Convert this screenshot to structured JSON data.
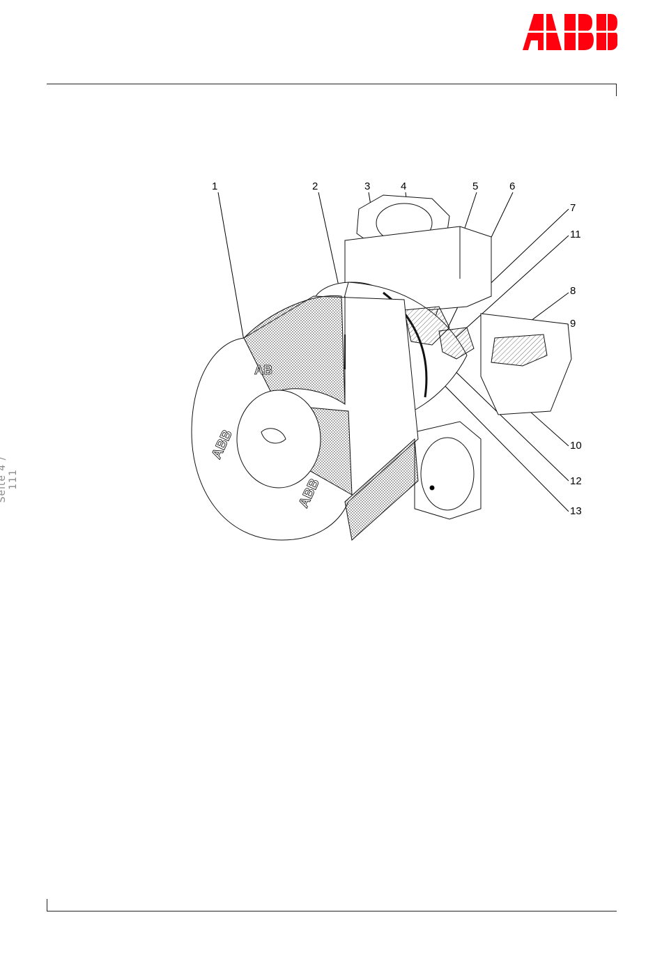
{
  "header": {
    "logo_text": "ABB",
    "brand_color": "#ff000f"
  },
  "figure": {
    "callouts": [
      "1",
      "2",
      "3",
      "4",
      "5",
      "6",
      "7",
      "11",
      "8",
      "9",
      "10",
      "12",
      "13"
    ],
    "embossed_text": [
      "ABB",
      "ABB",
      "AB"
    ]
  },
  "footer": {
    "page_label": "Seite 4 / 111"
  }
}
